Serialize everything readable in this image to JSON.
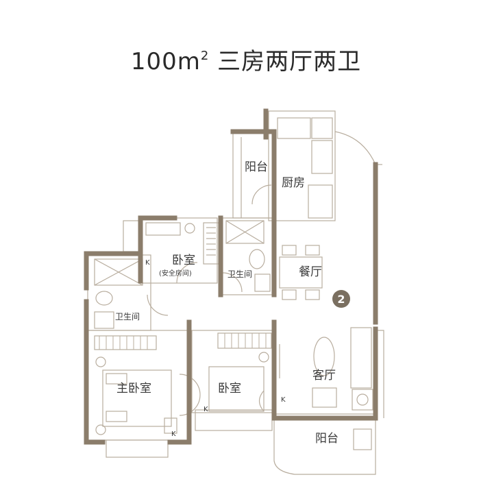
{
  "title": {
    "area": "100m",
    "sup": "2",
    "layout": "三房两厅两卫"
  },
  "rooms": {
    "balcony_top": "阳台",
    "kitchen": "厨房",
    "bedroom_small": "卧室",
    "bedroom_small_note": "(安全房间)",
    "bathroom_center": "卫生间",
    "dining": "餐厅",
    "bathroom_left": "卫生间",
    "master_bedroom": "主卧室",
    "bedroom_mid": "卧室",
    "living": "客厅",
    "balcony_bottom": "阳台"
  },
  "badge": "2",
  "marker_k": "K",
  "colors": {
    "wall": "#8b7d6b",
    "line": "#b8ad9e",
    "text": "#3a3a3a",
    "badge": "#7a6f60"
  }
}
